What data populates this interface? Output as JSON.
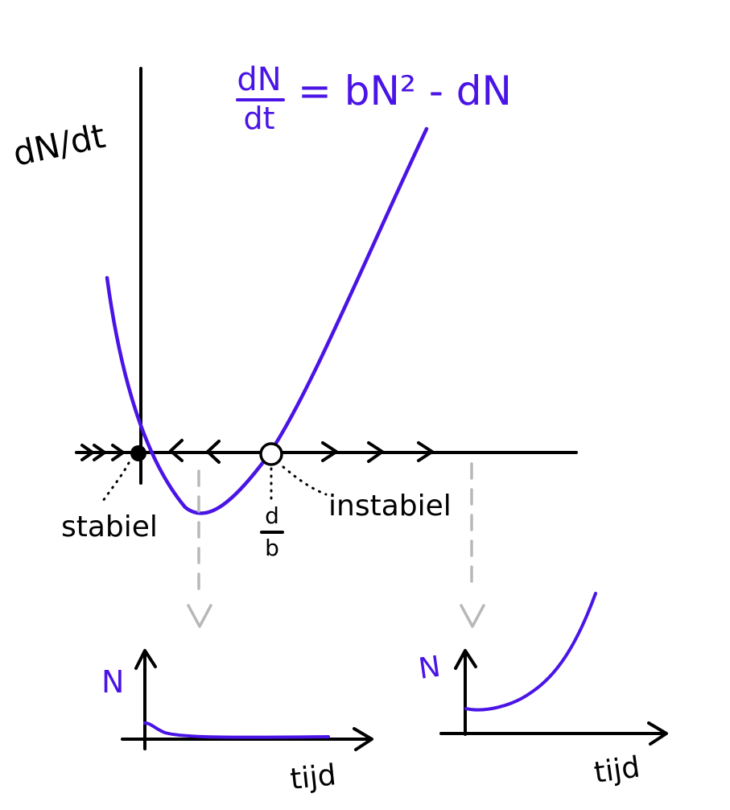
{
  "colors": {
    "curve": "#4a14e6",
    "ink": "#000000",
    "guide": "#b8b8b8",
    "background": "#ffffff"
  },
  "equation": {
    "numerator": "dN",
    "denominator": "dt",
    "rhs": "= bN² - dN"
  },
  "main_plot": {
    "y_axis_label": "dN/dt",
    "stable_label": "stabiel",
    "unstable_label": "instabiel",
    "equilibrium": {
      "numerator": "d",
      "denominator": "b"
    },
    "flow_arrows": [
      ">>",
      ">",
      "<",
      "<",
      ">",
      ">",
      ">"
    ]
  },
  "left_inset": {
    "y_label": "N",
    "x_label": "tijd",
    "behaviour": "decay-to-zero"
  },
  "right_inset": {
    "y_label": "N",
    "x_label": "tijd",
    "behaviour": "growth"
  }
}
